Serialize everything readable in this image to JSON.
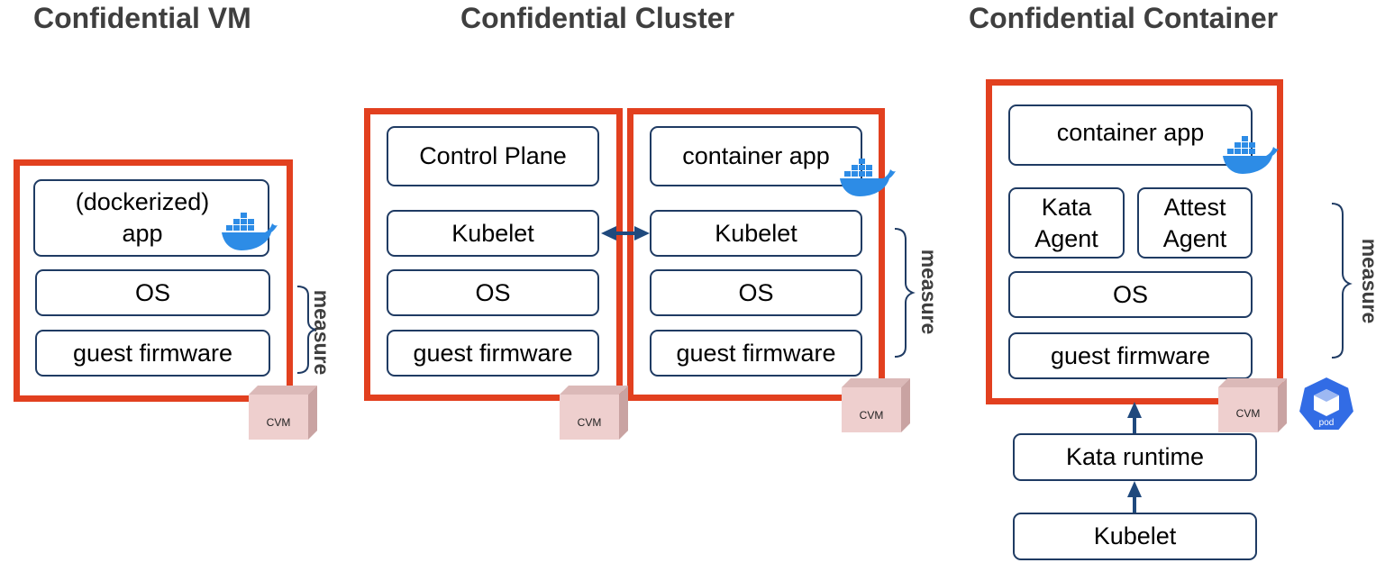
{
  "titles": {
    "vm": "Confidential VM",
    "cluster": "Confidential Cluster",
    "container": "Confidential Container"
  },
  "vm": {
    "app_line1": "(dockerized)",
    "app_line2": "app",
    "os": "OS",
    "firmware": "guest firmware",
    "measure": "measure",
    "cvm": "CVM"
  },
  "cluster": {
    "control_plane": "Control Plane",
    "kubelet_left": "Kubelet",
    "os_left": "OS",
    "firmware_left": "guest firmware",
    "container_app": "container app",
    "kubelet_right": "Kubelet",
    "os_right": "OS",
    "firmware_right": "guest firmware",
    "measure": "measure",
    "cvm_left": "CVM",
    "cvm_right": "CVM"
  },
  "container": {
    "container_app": "container app",
    "kata_agent_line1": "Kata",
    "kata_agent_line2": "Agent",
    "attest_agent_line1": "Attest",
    "attest_agent_line2": "Agent",
    "os": "OS",
    "firmware": "guest firmware",
    "measure": "measure",
    "cvm": "CVM",
    "pod": "pod",
    "kata_runtime": "Kata runtime",
    "kubelet": "Kubelet"
  },
  "colors": {
    "frame_red": "#e2401f",
    "box_border": "#1f3b63",
    "arrow": "#1f497d",
    "docker_blue": "#2d8ce6",
    "cvm_pink": "#eecfce",
    "pod_blue": "#326ce5"
  },
  "icons": [
    "docker-whale-icon",
    "cvm-cube-icon",
    "kubernetes-pod-icon",
    "measure-brace"
  ]
}
